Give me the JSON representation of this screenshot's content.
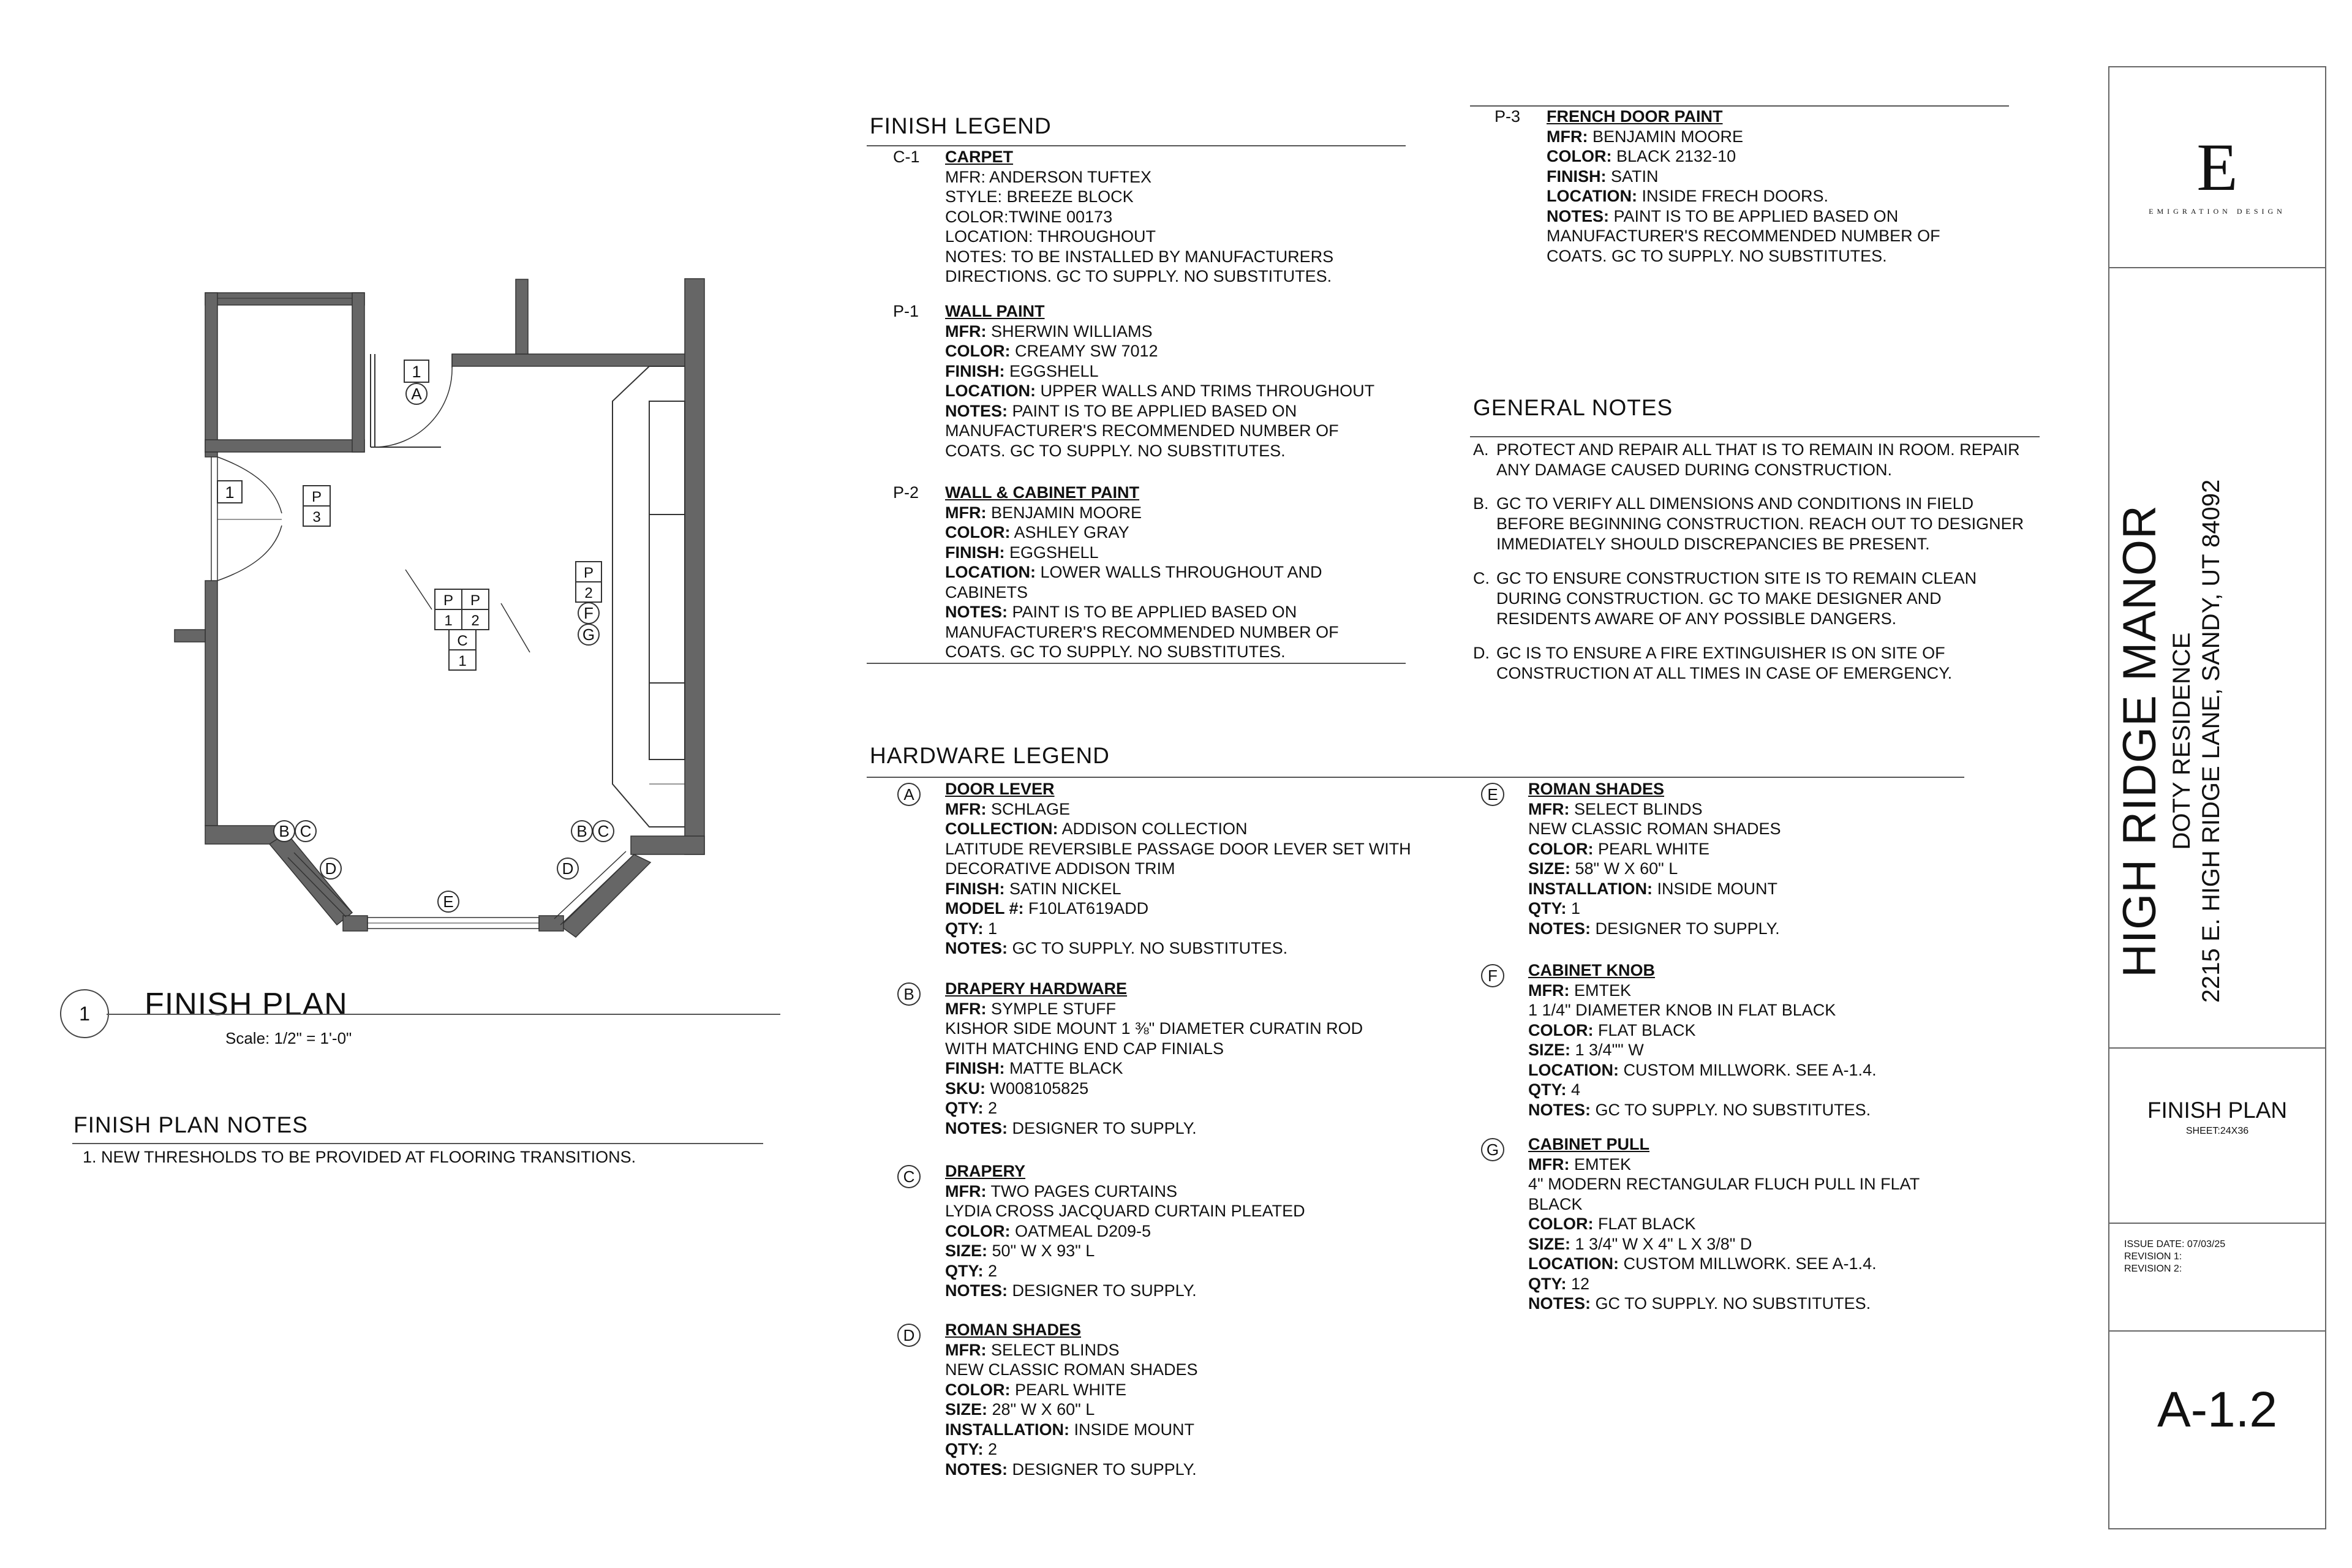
{
  "finish_legend": {
    "title": "FINISH LEGEND",
    "items": [
      {
        "code": "C-1",
        "name": "CARPET",
        "lines": [
          "MFR: ANDERSON TUFTEX",
          "STYLE: BREEZE BLOCK",
          "COLOR:TWINE 00173",
          "LOCATION: THROUGHOUT",
          "NOTES: TO BE INSTALLED BY MANUFACTURERS",
          "DIRECTIONS. GC TO SUPPLY. NO SUBSTITUTES."
        ]
      },
      {
        "code": "P-1",
        "name": "WALL PAINT",
        "lines": [
          {
            "k": "MFR:",
            "v": " SHERWIN WILLIAMS"
          },
          {
            "k": "COLOR:",
            "v": " CREAMY SW 7012"
          },
          {
            "k": "FINISH:",
            "v": " EGGSHELL"
          },
          {
            "k": "LOCATION:",
            "v": " UPPER WALLS AND TRIMS THROUGHOUT"
          },
          {
            "k": "NOTES:",
            "v": " PAINT IS TO BE APPLIED BASED ON"
          },
          "MANUFACTURER'S RECOMMENDED NUMBER OF",
          "COATS. GC TO SUPPLY. NO SUBSTITUTES."
        ]
      },
      {
        "code": "P-2",
        "name": "WALL & CABINET PAINT",
        "lines": [
          {
            "k": "MFR:",
            "v": " BENJAMIN MOORE"
          },
          {
            "k": "COLOR:",
            "v": " ASHLEY GRAY"
          },
          {
            "k": "FINISH:",
            "v": " EGGSHELL"
          },
          {
            "k": "LOCATION:",
            "v": " LOWER WALLS THROUGHOUT AND"
          },
          "CABINETS",
          {
            "k": "NOTES:",
            "v": " PAINT IS TO BE APPLIED BASED ON"
          },
          "MANUFACTURER'S RECOMMENDED NUMBER OF",
          "COATS. GC TO SUPPLY. NO SUBSTITUTES."
        ]
      },
      {
        "code": "P-3",
        "name": "FRENCH DOOR PAINT",
        "lines": [
          {
            "k": "MFR:",
            "v": " BENJAMIN MOORE"
          },
          {
            "k": "COLOR:",
            "v": " BLACK 2132-10"
          },
          {
            "k": "FINISH:",
            "v": " SATIN"
          },
          {
            "k": "LOCATION:",
            "v": " INSIDE FRECH DOORS."
          },
          {
            "k": "NOTES:",
            "v": " PAINT IS TO BE APPLIED BASED ON"
          },
          "MANUFACTURER'S RECOMMENDED NUMBER OF",
          "COATS. GC TO SUPPLY. NO SUBSTITUTES."
        ]
      }
    ]
  },
  "general_notes": {
    "title": "GENERAL NOTES",
    "items": [
      {
        "code": "A.",
        "lines": [
          "PROTECT AND REPAIR ALL THAT IS TO REMAIN IN ROOM. REPAIR",
          "ANY DAMAGE CAUSED DURING CONSTRUCTION."
        ]
      },
      {
        "code": "B.",
        "lines": [
          "GC TO VERIFY ALL DIMENSIONS AND CONDITIONS IN FIELD",
          "BEFORE BEGINNING CONSTRUCTION. REACH OUT TO DESIGNER",
          "IMMEDIATELY SHOULD DISCREPANCIES BE PRESENT."
        ]
      },
      {
        "code": "C.",
        "lines": [
          "GC TO ENSURE CONSTRUCTION SITE IS TO REMAIN CLEAN",
          "DURING CONSTRUCTION. GC TO MAKE DESIGNER AND",
          "RESIDENTS AWARE OF ANY POSSIBLE DANGERS."
        ]
      },
      {
        "code": "D.",
        "lines": [
          "GC IS TO ENSURE A FIRE EXTINGUISHER IS ON SITE OF",
          "CONSTRUCTION AT ALL TIMES IN CASE OF EMERGENCY."
        ]
      }
    ]
  },
  "hardware_legend": {
    "title": "HARDWARE LEGEND",
    "items": [
      {
        "code": "A",
        "name": "DOOR LEVER",
        "lines": [
          {
            "k": "MFR:",
            "v": " SCHLAGE"
          },
          {
            "k": "COLLECTION:",
            "v": " ADDISON COLLECTION"
          },
          "LATITUDE REVERSIBLE PASSAGE DOOR LEVER SET WITH",
          "DECORATIVE ADDISON TRIM",
          {
            "k": "FINISH:",
            "v": " SATIN NICKEL"
          },
          {
            "k": "MODEL #:",
            "v": " F10LAT619ADD"
          },
          {
            "k": "QTY:",
            "v": " 1"
          },
          {
            "k": "NOTES:",
            "v": " GC TO SUPPLY. NO SUBSTITUTES."
          }
        ]
      },
      {
        "code": "B",
        "name": "DRAPERY HARDWARE",
        "lines": [
          {
            "k": "MFR:",
            "v": " SYMPLE STUFF"
          },
          "KISHOR SIDE MOUNT 1 ⅜\" DIAMETER CURATIN ROD",
          "WITH MATCHING END CAP FINIALS",
          {
            "k": "FINISH:",
            "v": " MATTE BLACK"
          },
          {
            "k": "SKU:",
            "v": " W008105825"
          },
          {
            "k": "QTY:",
            "v": " 2"
          },
          {
            "k": "NOTES:",
            "v": " DESIGNER TO SUPPLY."
          }
        ]
      },
      {
        "code": "C",
        "name": "DRAPERY",
        "lines": [
          {
            "k": "MFR:",
            "v": " TWO PAGES CURTAINS"
          },
          "LYDIA CROSS JACQUARD CURTAIN PLEATED",
          {
            "k": "COLOR:",
            "v": " OATMEAL D209-5"
          },
          {
            "k": "SIZE:",
            "v": " 50\" W X 93\" L"
          },
          {
            "k": "QTY:",
            "v": " 2"
          },
          {
            "k": "NOTES:",
            "v": " DESIGNER TO SUPPLY."
          }
        ]
      },
      {
        "code": "D",
        "name": "ROMAN SHADES",
        "lines": [
          {
            "k": "MFR:",
            "v": " SELECT BLINDS"
          },
          "NEW CLASSIC ROMAN SHADES",
          {
            "k": "COLOR:",
            "v": " PEARL WHITE"
          },
          {
            "k": "SIZE:",
            "v": " 28\" W X 60\" L"
          },
          {
            "k": "INSTALLATION:",
            "v": " INSIDE MOUNT"
          },
          {
            "k": "QTY:",
            "v": " 2"
          },
          {
            "k": "NOTES:",
            "v": " DESIGNER TO SUPPLY."
          }
        ]
      },
      {
        "code": "E",
        "name": "ROMAN SHADES",
        "lines": [
          {
            "k": "MFR:",
            "v": " SELECT BLINDS"
          },
          "NEW CLASSIC ROMAN SHADES",
          {
            "k": "COLOR:",
            "v": " PEARL WHITE"
          },
          {
            "k": "SIZE:",
            "v": " 58\" W X 60\" L"
          },
          {
            "k": "INSTALLATION:",
            "v": " INSIDE MOUNT"
          },
          {
            "k": "QTY:",
            "v": " 1"
          },
          {
            "k": "NOTES:",
            "v": " DESIGNER TO SUPPLY."
          }
        ]
      },
      {
        "code": "F",
        "name": "CABINET KNOB",
        "lines": [
          {
            "k": "MFR:",
            "v": " EMTEK"
          },
          "1 1/4\" DIAMETER KNOB IN FLAT BLACK",
          {
            "k": "COLOR:",
            "v": " FLAT BLACK"
          },
          {
            "k": "SIZE:",
            "v": " 1 3/4\"\" W"
          },
          {
            "k": "LOCATION:",
            "v": " CUSTOM MILLWORK. SEE A-1.4."
          },
          {
            "k": "QTY:",
            "v": " 4"
          },
          {
            "k": "NOTES:",
            "v": " GC TO SUPPLY. NO SUBSTITUTES."
          }
        ]
      },
      {
        "code": "G",
        "name": "CABINET PULL",
        "lines": [
          {
            "k": "MFR:",
            "v": " EMTEK"
          },
          "4\" MODERN RECTANGULAR FLUCH PULL IN FLAT",
          "BLACK",
          {
            "k": "COLOR:",
            "v": " FLAT BLACK"
          },
          {
            "k": "SIZE:",
            "v": " 1 3/4\" W X 4\" L X 3/8\" D"
          },
          {
            "k": "LOCATION:",
            "v": " CUSTOM MILLWORK. SEE A-1.4."
          },
          {
            "k": "QTY:",
            "v": " 12"
          },
          {
            "k": "NOTES:",
            "v": " GC TO SUPPLY. NO SUBSTITUTES."
          }
        ]
      }
    ]
  },
  "plan": {
    "number": "1",
    "title": "FINISH PLAN",
    "scale": "Scale: 1/2\" = 1'-0\"",
    "tags": {
      "p": "P",
      "one": "1",
      "two": "2",
      "three": "3",
      "c": "C"
    }
  },
  "plan_notes": {
    "title": "FINISH PLAN NOTES",
    "items": [
      "1.   NEW THRESHOLDS TO BE PROVIDED AT FLOORING TRANSITIONS."
    ]
  },
  "title_block": {
    "logo_letter": "E",
    "logo_text": "EMIGRATION DESIGN",
    "project": "HIGH RIDGE MANOR",
    "client": "DOTY RESIDENCE",
    "address": "2215 E. HIGH RIDGE LANE, SANDY, UT 84092",
    "sheet_title": "FINISH PLAN",
    "sheet_size": "SHEET:24X36",
    "issue_date": "ISSUE DATE: 07/03/25",
    "revision1": "REVISION 1:",
    "revision2": "REVISION 2:",
    "sheet_number": "A-1.2"
  }
}
